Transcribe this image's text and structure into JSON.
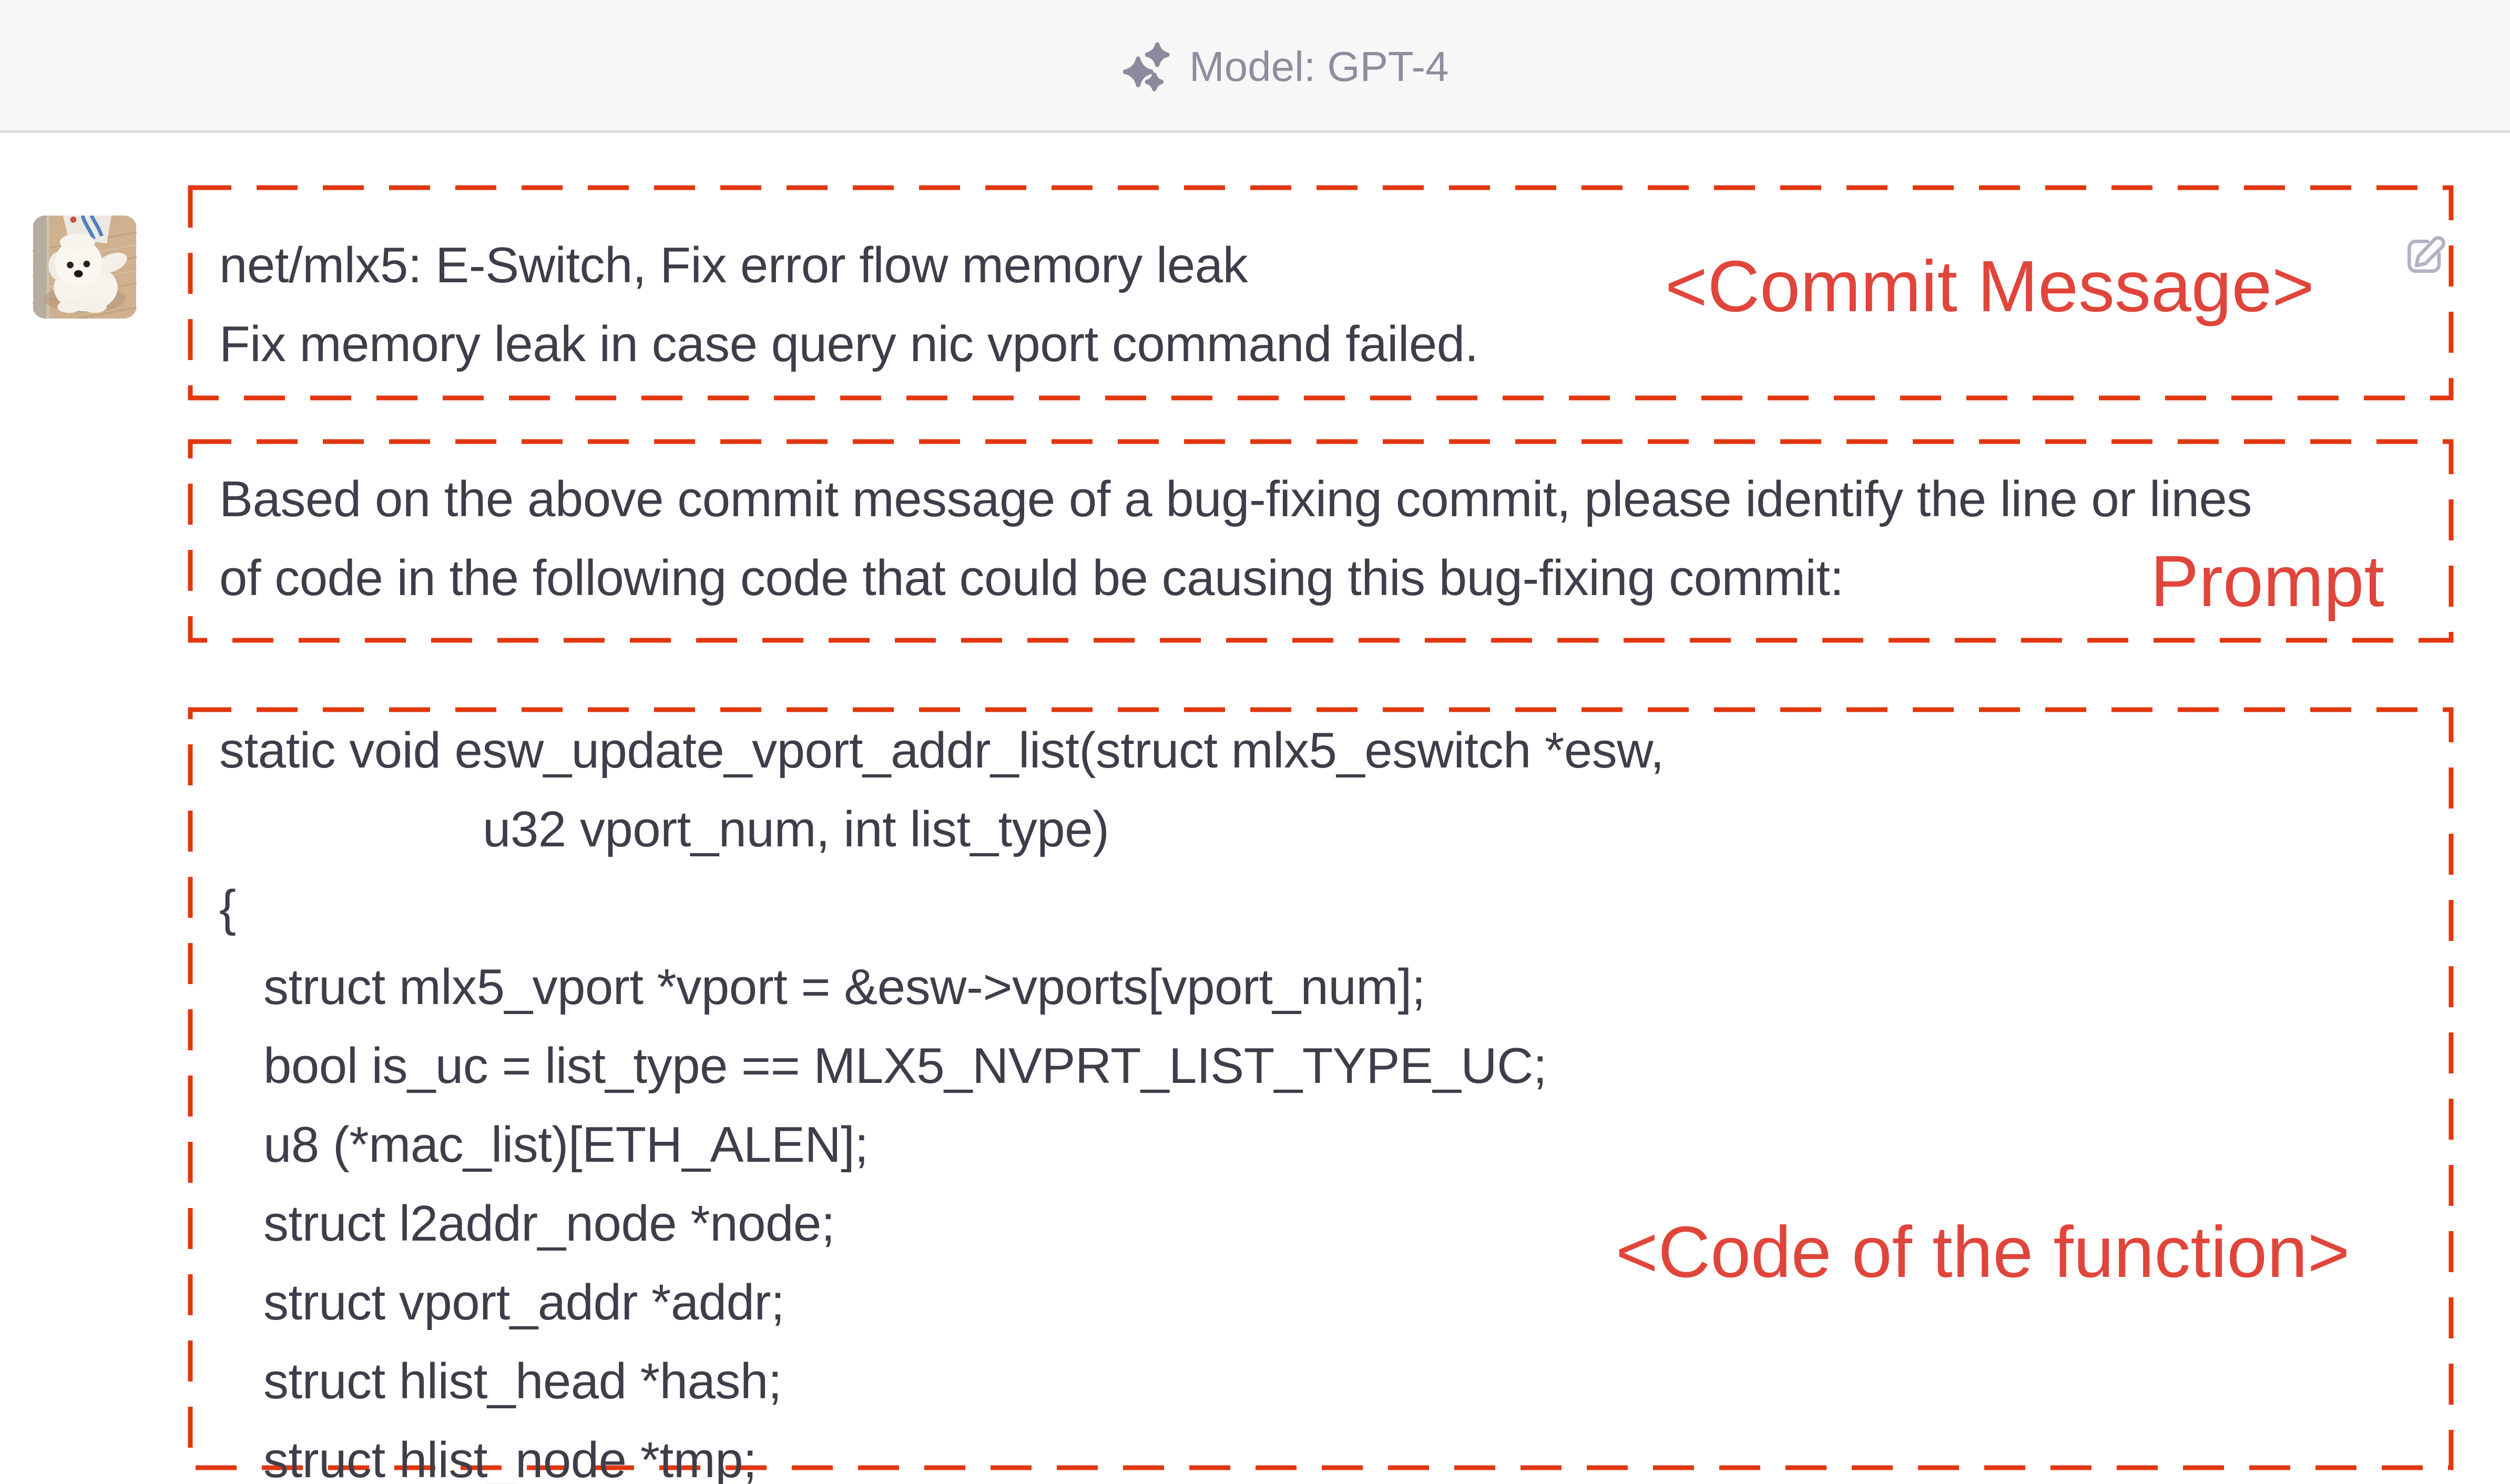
{
  "header": {
    "model_label": "Model: GPT-4",
    "model_icon": "sparkles-icon"
  },
  "conversation": {
    "avatar_icon": "user-avatar-white-puppy-photo",
    "commit_box": {
      "lines": [
        "net/mlx5: E-Switch, Fix error flow memory leak",
        "Fix memory leak in case query nic vport command failed."
      ],
      "annotation": "<Commit Message>",
      "edit_icon": "edit-pencil-square-icon"
    },
    "prompt_box": {
      "lines": [
        "Based on the above commit message of a bug-fixing commit, please identify the line or lines",
        "of code in the following code that could be causing this bug-fixing commit:"
      ],
      "annotation": "Prompt"
    },
    "code_box": {
      "lines": [
        {
          "text": "static void esw_update_vport_addr_list(struct mlx5_eswitch *esw,",
          "indent": 0
        },
        {
          "text": "u32 vport_num, int list_type)",
          "indent": 1
        },
        {
          "text": "{",
          "indent": 0
        },
        {
          "text": "struct mlx5_vport *vport = &esw->vports[vport_num];",
          "indent": 2
        },
        {
          "text": "bool is_uc = list_type == MLX5_NVPRT_LIST_TYPE_UC;",
          "indent": 2
        },
        {
          "text": "u8 (*mac_list)[ETH_ALEN];",
          "indent": 2
        },
        {
          "text": "struct l2addr_node *node;",
          "indent": 2
        },
        {
          "text": "struct vport_addr *addr;",
          "indent": 2
        },
        {
          "text": "struct hlist_head *hash;",
          "indent": 2
        },
        {
          "text": "struct hlist_node *tmp;",
          "indent": 2
        }
      ],
      "annotation": "<Code of the function>"
    }
  },
  "colors": {
    "dashed_border_red": "#e2370f",
    "annotation_label_red": "#e0453b",
    "header_background": "#f7f7f8",
    "header_divider": "#dcdce2",
    "header_text": "#8d8d9e",
    "message_text": "#3e3e4a",
    "edit_icon_gray": "#b2b2c2",
    "page_background": "#ffffff"
  }
}
